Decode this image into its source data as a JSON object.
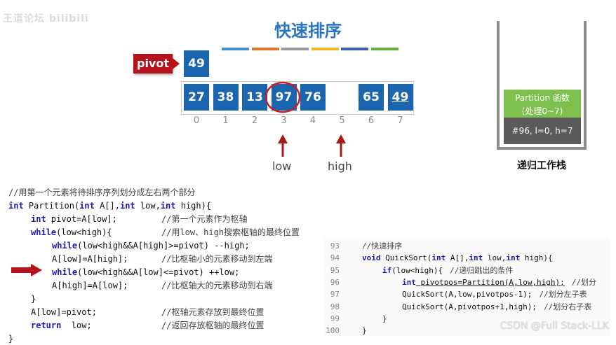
{
  "watermark_top": "王道论坛 bilibili",
  "title": "快速排序",
  "color_bars": [
    "#4a8fc9",
    "#e0742f",
    "#9a9a9a",
    "#e9b824",
    "#3b5fad",
    "#6aae45"
  ],
  "pivot": {
    "label": "pivot",
    "value": "49"
  },
  "array": [
    {
      "value": "27",
      "filled": true
    },
    {
      "value": "38",
      "filled": true
    },
    {
      "value": "13",
      "filled": true
    },
    {
      "value": "97",
      "filled": true
    },
    {
      "value": "76",
      "filled": true
    },
    {
      "value": "",
      "filled": false
    },
    {
      "value": "65",
      "filled": true
    },
    {
      "value": "49",
      "filled": true
    }
  ],
  "indices": [
    "0",
    "1",
    "2",
    "3",
    "4",
    "5",
    "6",
    "7"
  ],
  "pointers": {
    "low": "low",
    "high": "high",
    "low_index": 3,
    "high_index": 5
  },
  "stack": {
    "frame_title": "Partition 函数",
    "frame_range": "(处理0~7)",
    "frame_bottom": "#96, l=0, h=7",
    "caption": "递归工作栈"
  },
  "code_partition": {
    "comment": "//用第一个元素将待排序序列划分成左右两个部分",
    "lines": [
      {
        "kw": "int",
        "text": " Partition(",
        "kw2": "int",
        "text2": " A[],",
        "kw3": "int",
        "text3": " low,",
        "kw4": "int",
        "text4": " high){",
        "comment": ""
      },
      {
        "kw": "int",
        "text": " pivot=A[low];",
        "comment": "//第一个元素作为枢轴"
      },
      {
        "kw": "while",
        "text": "(low<high){",
        "comment": "//用low、high搜索枢轴的最终位置"
      },
      {
        "kw": "while",
        "text": "(low<high&&A[high]>=pivot) --high;",
        "comment": ""
      },
      {
        "kw": "",
        "text": "A[low]=A[high];",
        "comment": "//比枢轴小的元素移动到左端"
      },
      {
        "kw": "while",
        "text": "(low<high&&A[low]<=pivot) ++low;",
        "comment": ""
      },
      {
        "kw": "",
        "text": "A[high]=A[low];",
        "comment": "//比枢轴大的元素移动到右端"
      },
      {
        "kw": "",
        "text": "}",
        "comment": ""
      },
      {
        "kw": "",
        "text": "A[low]=pivot;",
        "comment": "//枢轴元素存放到最终位置"
      },
      {
        "kw": "return",
        "text": "  low;",
        "comment": "//返回存放枢轴的最终位置"
      },
      {
        "kw": "",
        "text": "}",
        "comment": ""
      }
    ]
  },
  "code_quicksort": {
    "line_numbers": [
      "93",
      "94",
      "95",
      "96",
      "97",
      "98",
      "99",
      "100"
    ],
    "lines": [
      {
        "text": "//快速排序"
      },
      {
        "kw": "void",
        "text": " QuickSort(",
        "kw2": "int",
        "text2": " A[],",
        "kw3": "int",
        "text3": " low,",
        "kw4": "int",
        "text4": " high){"
      },
      {
        "kw": "if",
        "text": "(low<high){",
        "comment": "//递归跳出的条件"
      },
      {
        "kw": "int",
        "text": " pivotpos=Partition(A,low,high);",
        "comment": "//划分"
      },
      {
        "text": "QuickSort(A,low,pivotpos-1);",
        "comment": "//划分左子表"
      },
      {
        "text": "QuickSort(A,pivotpos+1,high);",
        "comment": "//划分右子表"
      },
      {
        "text": "}"
      },
      {
        "text": "}"
      }
    ]
  },
  "csdn_watermark": "CSDN @Full Stack-LLK"
}
